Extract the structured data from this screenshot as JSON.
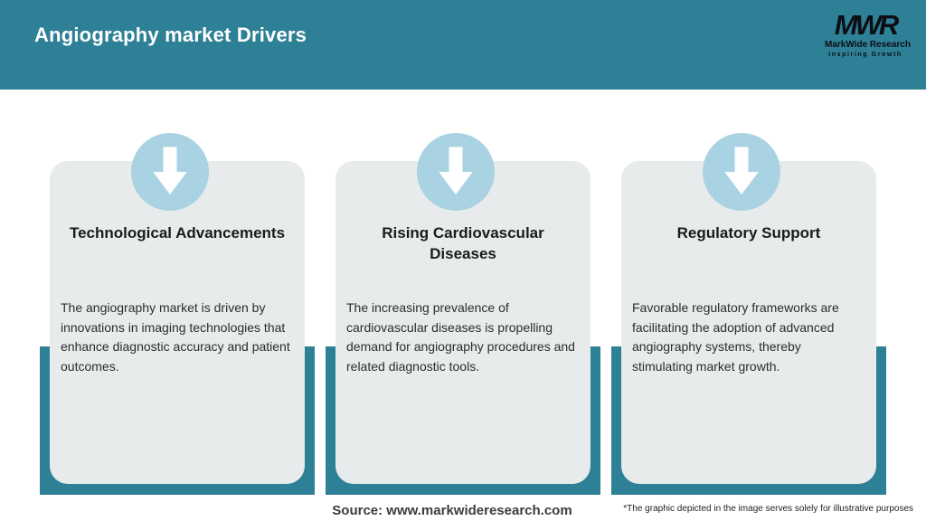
{
  "header": {
    "title": "Angiography market Drivers",
    "logo": {
      "mark": "MWR",
      "name": "MarkWide Research",
      "tagline": "Inspiring Growth"
    }
  },
  "cards": [
    {
      "icon": "down-arrow",
      "title": "Technological Advancements",
      "body": "The angiography market is driven by\ninnovations in imaging technologies that\nenhance diagnostic accuracy and patient\noutcomes."
    },
    {
      "icon": "down-arrow",
      "title": "Rising Cardiovascular\nDiseases",
      "body": "The increasing prevalence of\ncardiovascular diseases is propelling\ndemand for angiography procedures and\nrelated diagnostic tools."
    },
    {
      "icon": "down-arrow",
      "title": "Regulatory Support",
      "body": "Favorable regulatory frameworks are\nfacilitating the adoption of advanced\nangiography systems, thereby\nstimulating market growth."
    }
  ],
  "footer": {
    "source": "Source: www.markwideresearch.com",
    "disclaimer": "*The graphic depicted in the image serves solely for illustrative purposes"
  },
  "colors": {
    "accent_teal": "#2E8096",
    "circle_blue": "#A9D3E2",
    "card_gray": "#E8EBEB",
    "title_white": "#ffffff",
    "logo_black": "#0c0e14"
  }
}
